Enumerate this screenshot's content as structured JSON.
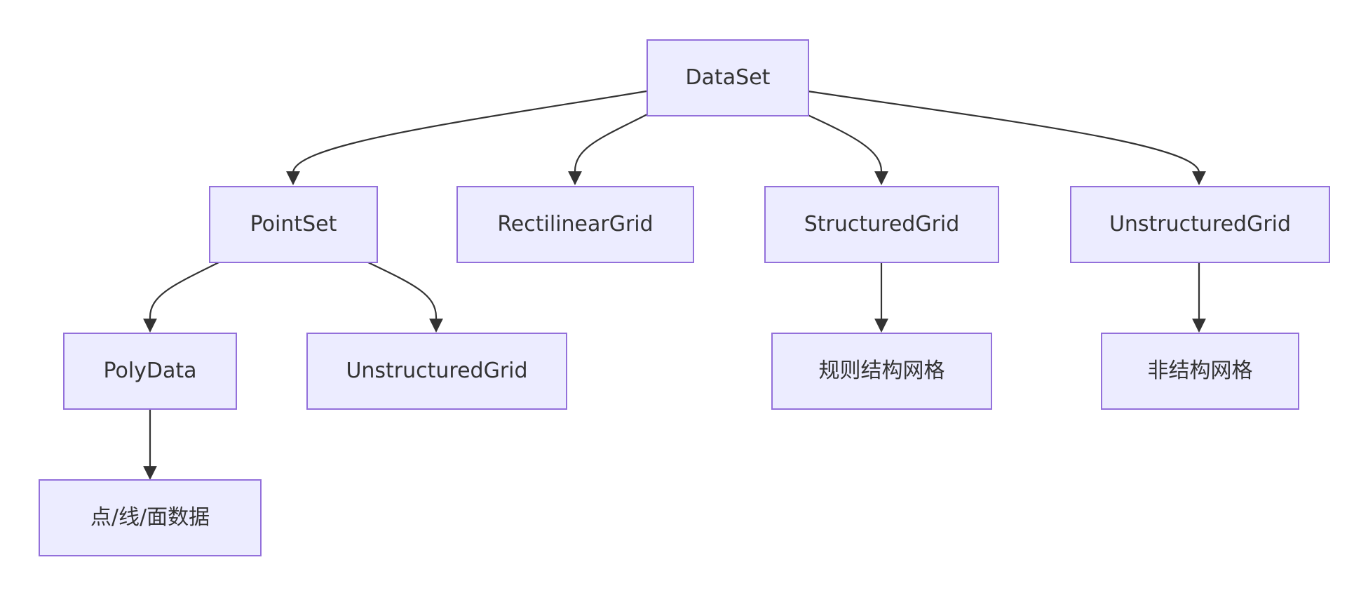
{
  "diagram": {
    "nodes": {
      "dataset": "DataSet",
      "pointset": "PointSet",
      "rectilinear_grid": "RectilinearGrid",
      "structured_grid": "StructuredGrid",
      "unstructured_grid_top": "UnstructuredGrid",
      "polydata": "PolyData",
      "unstructured_grid_child": "UnstructuredGrid",
      "structured_desc": "规则结构网格",
      "unstructured_desc": "非结构网格",
      "polydata_desc": "点/线/面数据"
    },
    "colors": {
      "node_fill": "#ececff",
      "node_border": "#9370db",
      "edge": "#333333",
      "text": "#333333"
    }
  }
}
